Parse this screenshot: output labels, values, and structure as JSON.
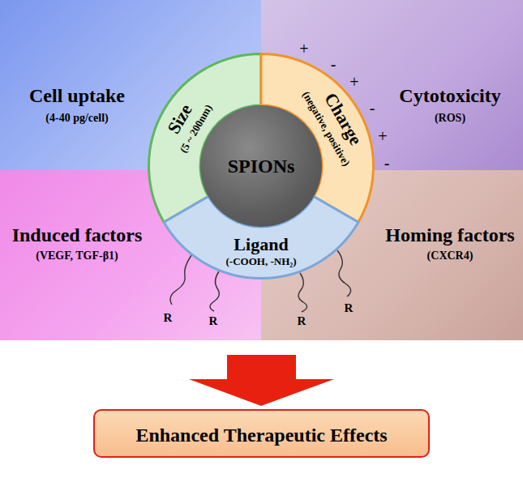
{
  "diagram": {
    "nodes": [
      {
        "text": [
          "Cell uptake",
          "(4-40 pg/cell)"
        ]
      },
      {
        "text": [
          "Cytotoxicity",
          "(ROS)"
        ]
      },
      {
        "text": [
          "Induced factors",
          "(VEGF, TGF-β1)"
        ]
      },
      {
        "text": [
          "Homing factors",
          "(CXCR4)"
        ]
      },
      {
        "text": [
          "Size",
          "(5 ~ 200nm)"
        ]
      },
      {
        "text": [
          "Charge",
          "(negative, positive)"
        ]
      },
      {
        "text": [
          "Ligand",
          "(-COOH, -NH₂)"
        ]
      },
      {
        "text": [
          "SPIONs"
        ]
      },
      {
        "text": [
          "Enhanced Therapeutic Effects"
        ]
      }
    ],
    "labels": [
      "+",
      "-",
      "+",
      "-",
      "+",
      "-",
      "R",
      "R",
      "R",
      "R"
    ]
  }
}
